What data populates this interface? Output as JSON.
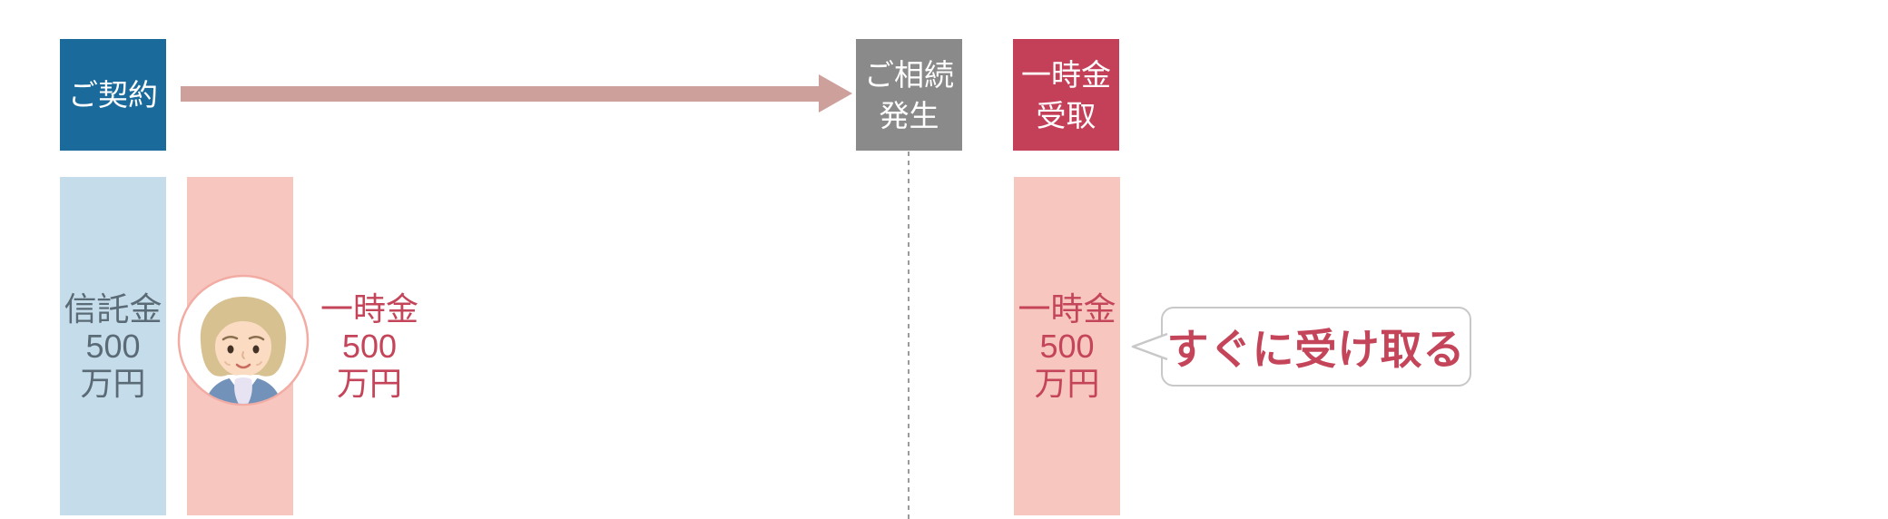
{
  "palette": {
    "blue": "#1A6B9B",
    "gray": "#8A8A8A",
    "crimson": "#C43F58",
    "arrow": "#CDA09C",
    "lightBlue": "#C5DCEB",
    "pink": "#F7C6BE",
    "redText": "#C4455A",
    "slateText": "#5A6B76",
    "bubbleBorder": "#C8C8C8",
    "dash": "#9B9B9B"
  },
  "header": {
    "contract": {
      "label": "ご契約"
    },
    "inheritance": {
      "lines": [
        "ご相続",
        "発生"
      ]
    },
    "lump_sum_receipt": {
      "lines": [
        "一時金",
        "受取"
      ]
    }
  },
  "columns": {
    "trust_money": {
      "lines": [
        "信託金",
        "500",
        "万円"
      ]
    },
    "beneficiary_lump_sum": {
      "lines": [
        "一時金",
        "500",
        "万円"
      ]
    },
    "payout_lump_sum": {
      "lines": [
        "一時金",
        "500",
        "万円"
      ]
    }
  },
  "callout": {
    "text": "すぐに受け取る"
  },
  "icons": {
    "avatar": "elderly-woman-avatar",
    "arrow": "right-arrow",
    "bubble_pointer": "speech-bubble-pointer"
  }
}
